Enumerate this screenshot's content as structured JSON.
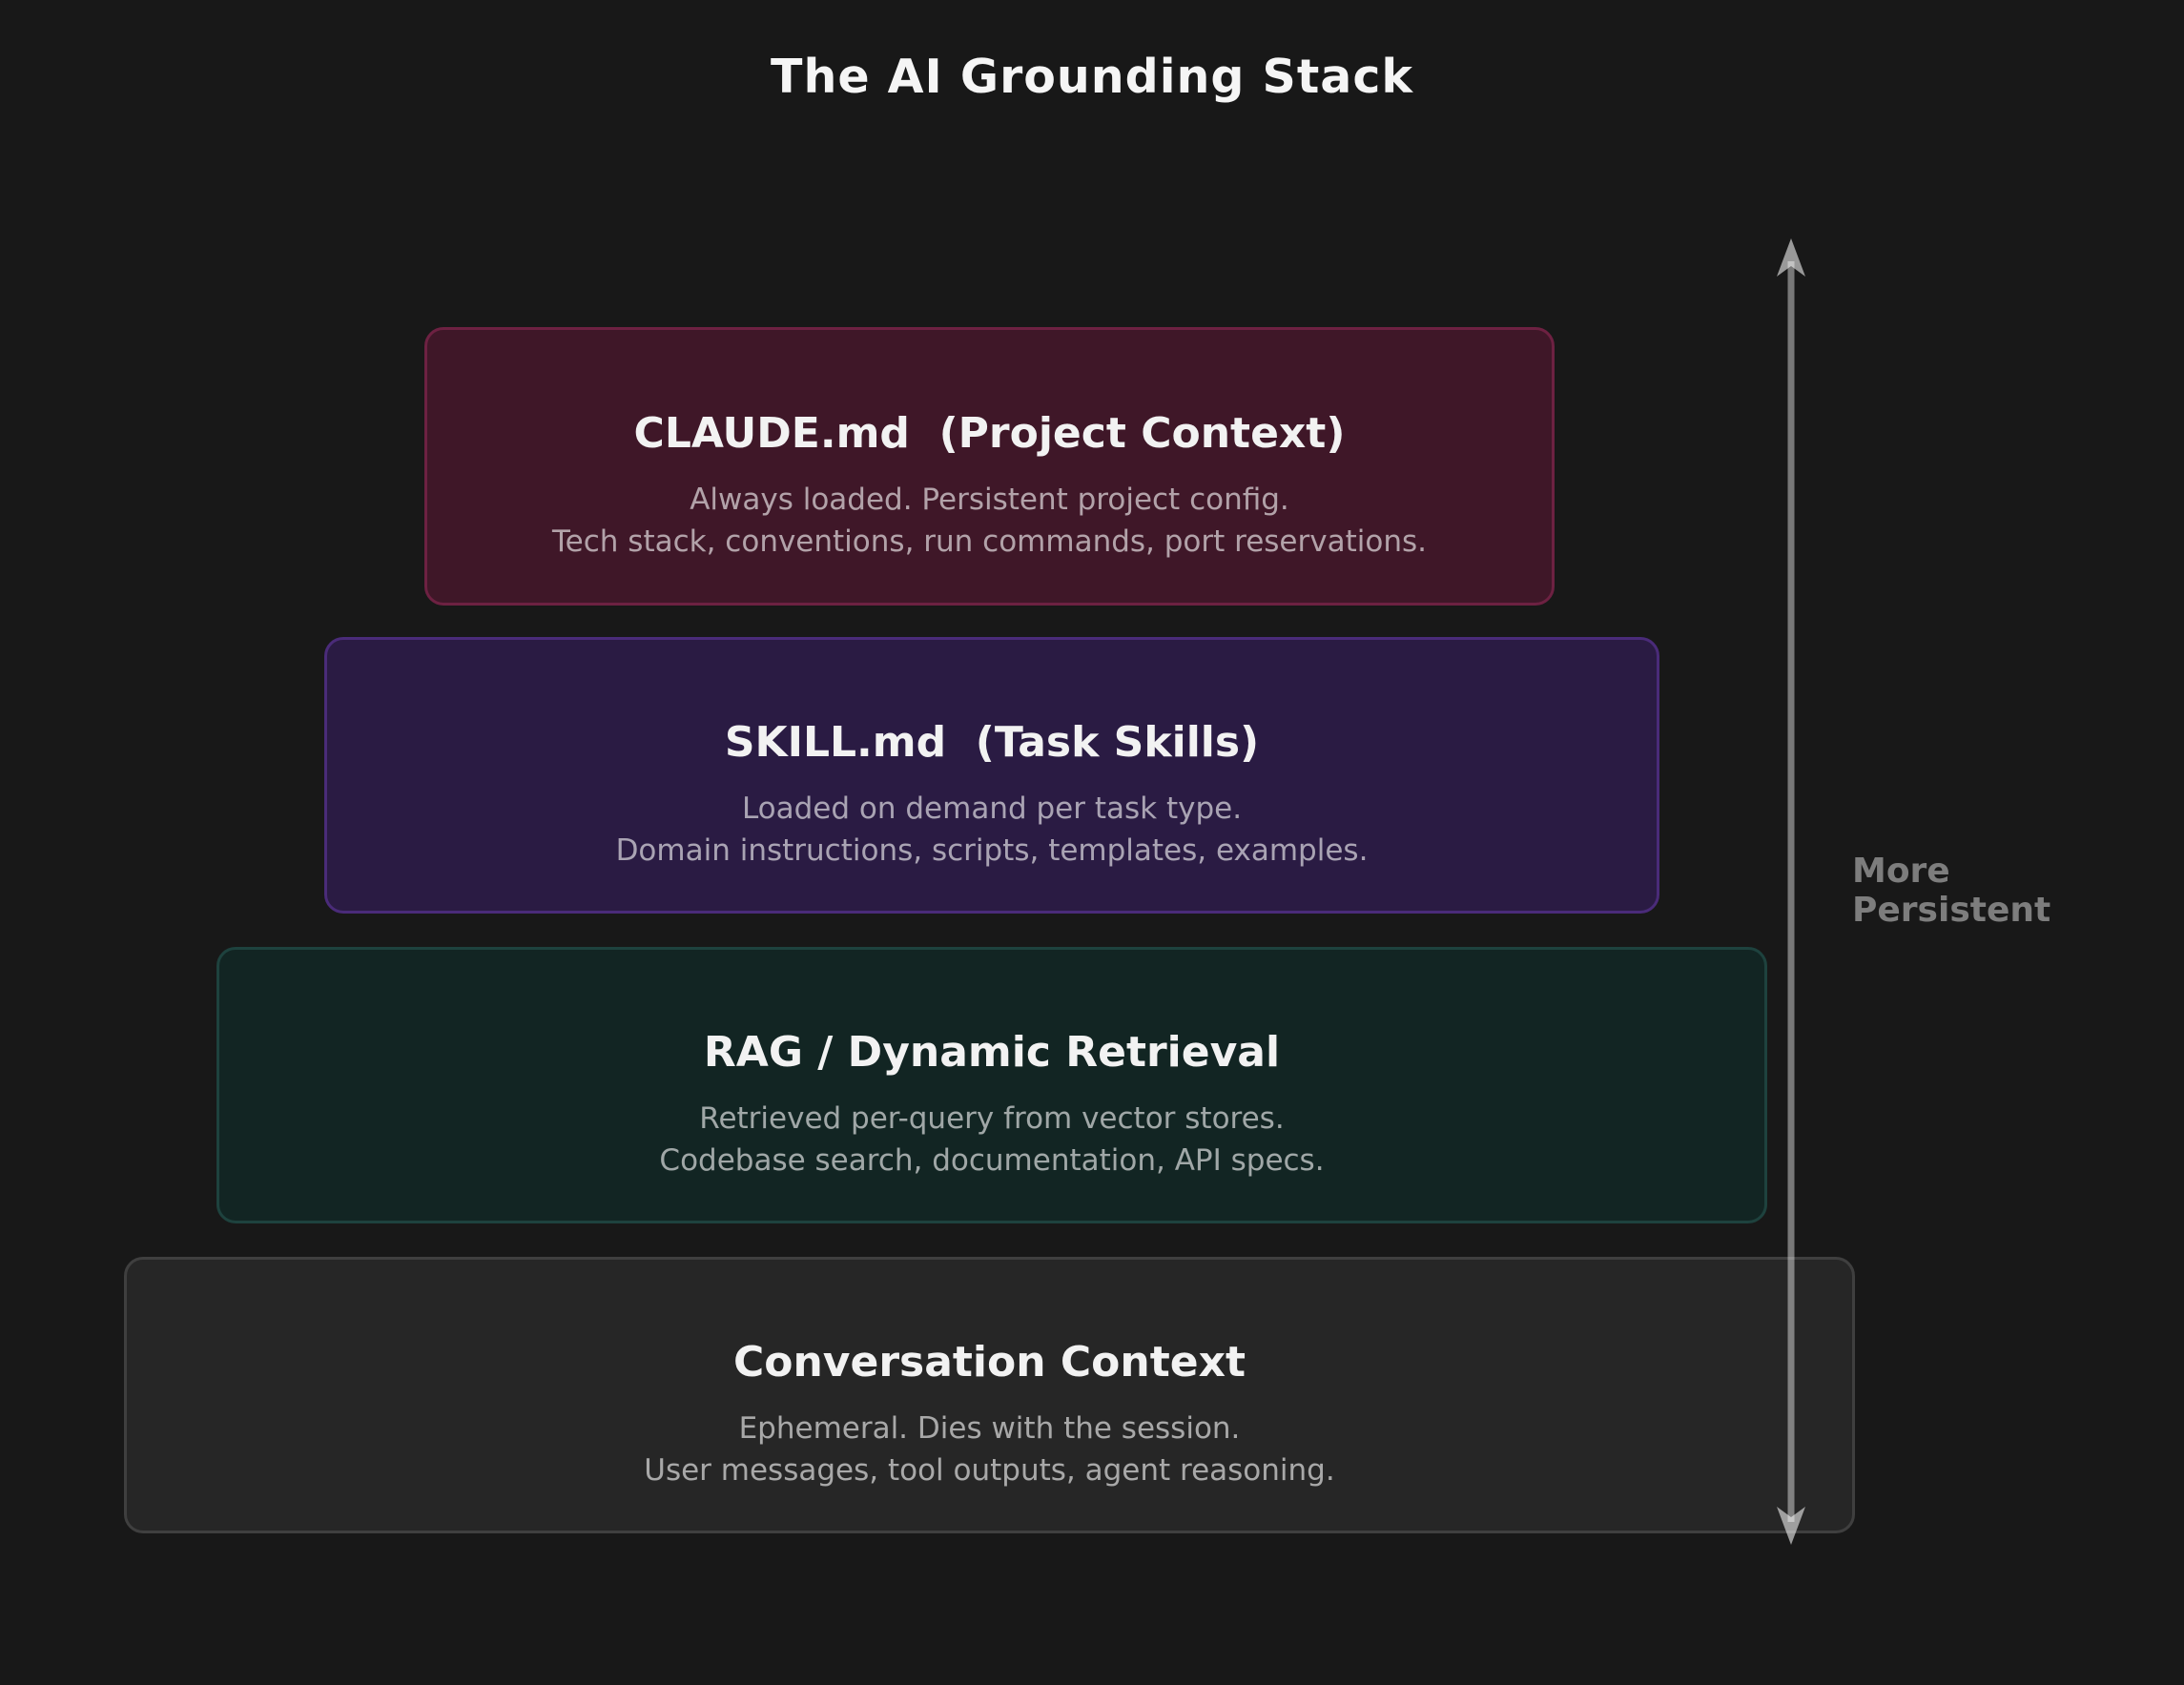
{
  "page": {
    "title": "The AI Grounding Stack"
  },
  "colors": {
    "background": "#181818",
    "title_text": "#f5f5f5",
    "layer_title_text": "#f2f2f2",
    "layer_subtitle_text": "rgba(255,255,255,0.6)",
    "arrow": "#8c8c8c",
    "axis_label_text": "#7d7d7d"
  },
  "layers": [
    {
      "name": "claude-md",
      "title": "CLAUDE.md  (Project Context)",
      "desc1": "Always loaded. Persistent project config.",
      "desc2": "Tech stack, conventions, run commands, port reservations.",
      "fill": "#3F1728",
      "border": "#6D2142"
    },
    {
      "name": "skill-md",
      "title": "SKILL.md  (Task Skills)",
      "desc1": "Loaded on demand per task type.",
      "desc2": "Domain instructions, scripts, templates, examples.",
      "fill": "#2A1B43",
      "border": "#4A2B79"
    },
    {
      "name": "rag-dynamic-retrieval",
      "title": "RAG / Dynamic Retrieval",
      "desc1": "Retrieved per-query from vector stores.",
      "desc2": "Codebase search, documentation, API specs.",
      "fill": "#122523",
      "border": "#1E423E"
    },
    {
      "name": "conversation-context",
      "title": "Conversation Context",
      "desc1": "Ephemeral. Dies with the session.",
      "desc2": "User messages, tool outputs, agent reasoning.",
      "fill": "#262626",
      "border": "#3F3F3F"
    }
  ],
  "axis": {
    "label_line1": "More",
    "label_line2": "Persistent",
    "orientation": "vertical",
    "double_headed": true
  }
}
